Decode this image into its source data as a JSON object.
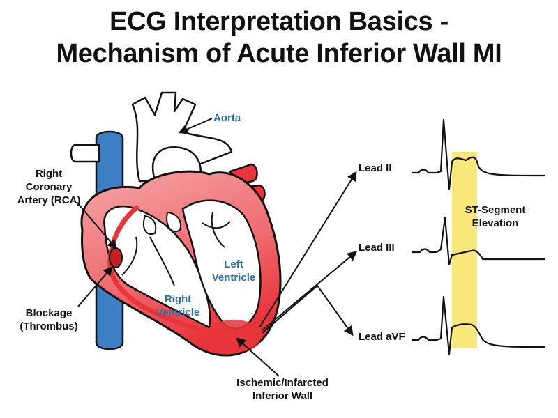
{
  "title": {
    "line1": "ECG Interpretation Basics -",
    "line2": "Mechanism of Acute Inferior Wall MI"
  },
  "labels": {
    "aorta": "Aorta",
    "rca_line1": "Right",
    "rca_line2": "Coronary",
    "rca_line3": "Artery (RCA)",
    "blockage_line1": "Blockage",
    "blockage_line2": "(Thrombus)",
    "left_ventricle_line1": "Left",
    "left_ventricle_line2": "Ventricle",
    "right_ventricle_line1": "Right",
    "right_ventricle_line2": "Ventricle",
    "inferior_line1": "Ischemic/Infarcted",
    "inferior_line2": "Inferior Wall",
    "st_line1": "ST-Segment",
    "st_line2": "Elevation"
  },
  "leads": [
    {
      "name": "Lead II"
    },
    {
      "name": "Lead III"
    },
    {
      "name": "Lead aVF"
    }
  ],
  "colors": {
    "heart_red": "#e8353b",
    "heart_light": "#f4a7a9",
    "vein_blue": "#3d7fc4",
    "st_highlight": "#f8e87a",
    "label_blue": "#2a6ea6"
  }
}
